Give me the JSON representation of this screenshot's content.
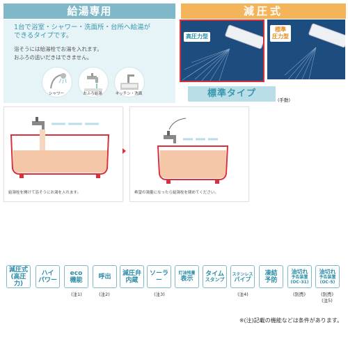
{
  "left": {
    "header": "給湯専用",
    "main_line1": "1台で浴室・シャワー・洗面所・台所へ給湯が",
    "main_line2": "できるタイプです。",
    "sub_line1": "浴そうには給湯栓でお湯を入れます。",
    "sub_line2": "おふろの追いだきはできません。",
    "icons": [
      {
        "icon": "shower-icon",
        "label": "シャワー"
      },
      {
        "icon": "faucet-icon",
        "label": "おふろ給湯"
      },
      {
        "icon": "kitchen-sink-icon",
        "label": "キッチン・洗面"
      }
    ]
  },
  "right": {
    "header": "減圧式",
    "tag_high": "高圧力型",
    "tag_std_line1": "標準",
    "tag_std_line2": "圧力型",
    "std_label": "標準タイプ",
    "std_note": "(手動)"
  },
  "bath": {
    "caption1": "給湯栓を開けて浴そうにお湯を入れます。",
    "caption2": "希望の湯量になったら給湯栓を閉めてください。"
  },
  "features": [
    {
      "l1": "減圧式",
      "l2": "(高圧力)",
      "note": ""
    },
    {
      "l1": "ハイ",
      "l2": "パワー",
      "note": ""
    },
    {
      "l1": "eco",
      "l2": "機能",
      "note": "(注1)"
    },
    {
      "l1": "呼出",
      "l2": "",
      "note": "(注2)"
    },
    {
      "l1": "減圧弁",
      "l2": "内蔵",
      "note": ""
    },
    {
      "l1": "ソーラー",
      "l2": "",
      "note": "(注3)"
    },
    {
      "l1": "灯油残量",
      "l2": "表示",
      "note": ""
    },
    {
      "l1": "タイム",
      "l2": "スタンプ",
      "note": ""
    },
    {
      "l1": "ステンレス",
      "l2": "パイプ",
      "note": "(注4)"
    },
    {
      "l1": "凍結",
      "l2": "予防",
      "note": ""
    },
    {
      "l1": "油切れ",
      "l2": "予告装置",
      "l3": "(OC-31)",
      "note": "(別売)"
    },
    {
      "l1": "油切れ",
      "l2": "予告装置",
      "l3": "(OC-5)",
      "note": "(別売)",
      "note2": "(注5)"
    }
  ],
  "footer": "※(注)記載の機能などは条件があります。",
  "colors": {
    "accent_blue": "#7fb8c9",
    "accent_orange": "#f3b45a",
    "highlight_red": "#d9303b"
  }
}
